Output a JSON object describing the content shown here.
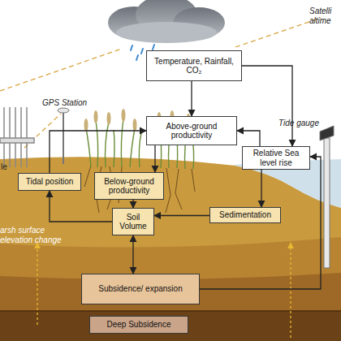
{
  "diagram": {
    "nodes": [
      {
        "text": [
          "Temperature, Rainfall, CO₂"
        ]
      },
      {
        "text": [
          "Above-ground productivity"
        ]
      },
      {
        "text": [
          "Relative Sea level rise"
        ]
      },
      {
        "text": [
          "Tidal position"
        ]
      },
      {
        "text": [
          "Below-ground productivity"
        ]
      },
      {
        "text": [
          "Soil Volume"
        ]
      },
      {
        "text": [
          "Sedimentation"
        ]
      },
      {
        "text": [
          "Subsidence/ expansion"
        ]
      },
      {
        "text": [
          "Deep Subsidence"
        ]
      }
    ],
    "edges": [
      {
        "from": 0,
        "to": 1,
        "arrow": "to"
      },
      {
        "from": 0,
        "to": 2,
        "arrow": "to"
      },
      {
        "from": 1,
        "to": 4,
        "arrow": "to"
      },
      {
        "from": 3,
        "to": 1,
        "arrow": "to"
      },
      {
        "from": 2,
        "to": 1,
        "arrow": "to"
      },
      {
        "from": 2,
        "to": 6,
        "arrow": "to"
      },
      {
        "from": 6,
        "to": 5,
        "arrow": "to"
      },
      {
        "from": 4,
        "to": 5,
        "arrow": "to"
      },
      {
        "from": 5,
        "to": 7,
        "arrow": "both"
      },
      {
        "from": 5,
        "to": 3,
        "arrow": "to"
      },
      {
        "from": 7,
        "to": 2,
        "arrow": "to"
      }
    ],
    "labels": [
      "Satelli altime",
      "GPS Station",
      "Tide gauge",
      "le",
      "arsh surface elevation change"
    ]
  }
}
